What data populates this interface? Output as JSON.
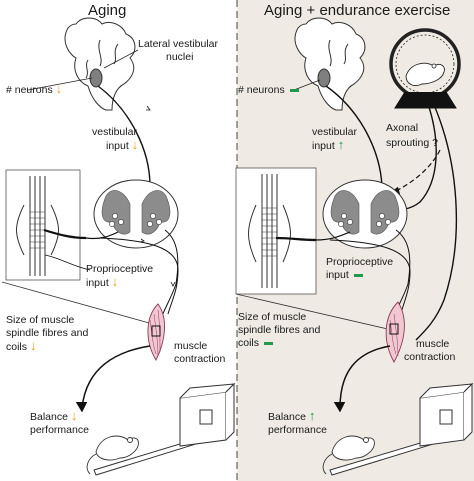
{
  "panels": {
    "left_title": "Aging",
    "right_title": "Aging + endurance exercise",
    "right_bg": "#efebe4"
  },
  "labels": {
    "lateral_vestibular_nuclei_1": "Lateral vestibular",
    "lateral_vestibular_nuclei_2": "nuclei",
    "neurons": "# neurons",
    "vestibular_input_1": "vestibular",
    "vestibular_input_2": "input",
    "proprioceptive_input_1": "Proprioceptive",
    "proprioceptive_input_2": "input",
    "spindle_1": "Size of muscle",
    "spindle_2": "spindle fibres and",
    "spindle_3": "coils",
    "muscle_contraction_1": "muscle",
    "muscle_contraction_2": "contraction",
    "balance_performance_1": "Balance",
    "balance_performance_2": "performance",
    "axonal_sprouting_1": "Axonal",
    "axonal_sprouting_2": "sprouting ?"
  },
  "indicators": {
    "decrease_color": "#e8a21b",
    "increase_color": "#1f9a4a",
    "unchanged_color": "#1f9a4a",
    "down_glyph": "↓",
    "up_glyph": "↑"
  },
  "icons": [
    "brain-icon",
    "spinal-cord-icon",
    "muscle-spindle-icon",
    "muscle-icon",
    "mouse-icon",
    "exercise-wheel-icon",
    "balance-beam-icon"
  ]
}
